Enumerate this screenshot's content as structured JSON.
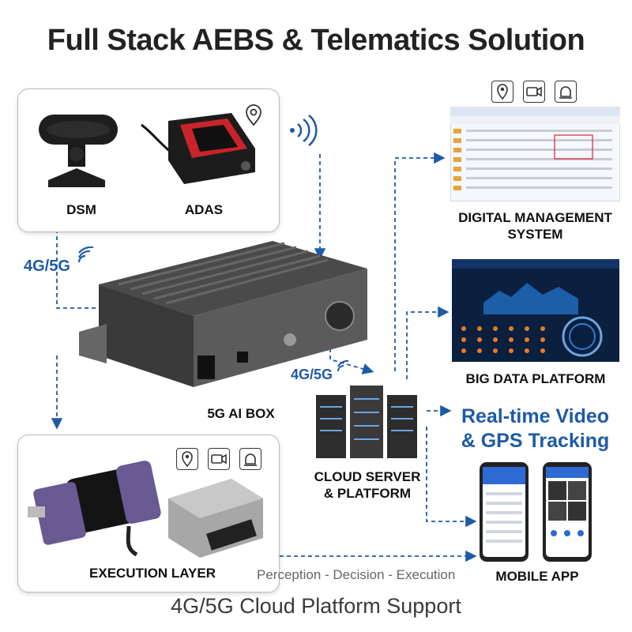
{
  "title": "Full Stack AEBS & Telematics Solution",
  "footer": "4G/5G Cloud Platform Support",
  "sensors": {
    "dsm_label": "DSM",
    "adas_label": "ADAS"
  },
  "connectivity": {
    "left_label": "4G/5G",
    "middle_label": "4G/5G"
  },
  "ai_box_label": "5G AI BOX",
  "cloud_label_line1": "CLOUD SERVER",
  "cloud_label_line2": "& PLATFORM",
  "dms_label_line1": "DIGITAL MANAGEMENT",
  "dms_label_line2": "SYSTEM",
  "big_data_label": "BIG DATA PLATFORM",
  "realtime_line1": "Real-time Video",
  "realtime_line2": "& GPS Tracking",
  "mobile_app_label": "MOBILE APP",
  "execution_label": "EXECUTION LAYER",
  "flow_text": "Perception - Decision - Execution",
  "icons": [
    "location-pin-icon",
    "video-camera-icon",
    "alarm-light-icon"
  ],
  "colors": {
    "accent": "#1d5aa8",
    "title": "#222222",
    "panel_border": "#bbbbbb"
  }
}
